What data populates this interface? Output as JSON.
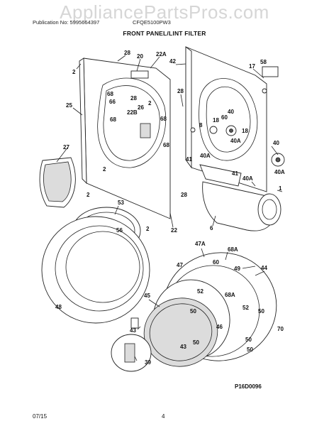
{
  "watermark": "AppliancePartsPros.com",
  "header": {
    "publication": "Publication No: 5995664397",
    "model": "CFQE5100PW3",
    "title": "FRONT PANEL/LINT FILTER"
  },
  "footer": {
    "date": "07/15",
    "page": "4",
    "diagram_code": "P16D0096"
  },
  "callouts": {
    "c28a": "28",
    "c20": "20",
    "c22a": "22A",
    "c42": "42",
    "c17": "17",
    "c58": "58",
    "c2a": "2",
    "c68a": "68",
    "c28b": "28",
    "c25": "25",
    "c66": "66",
    "c2b": "2",
    "c28c": "28",
    "c22b": "22B",
    "c26": "26",
    "c68b": "68",
    "c68c": "68",
    "c68d": "68",
    "c18": "18",
    "c60": "60",
    "c40a": "40",
    "c8": "8",
    "c18b": "18",
    "c40b": "40",
    "c40c": "40A",
    "c27": "27",
    "c2c": "2",
    "c41a": "41",
    "c40d": "40A",
    "c41b": "41",
    "c40e": "40A",
    "c40f": "40A",
    "c1": "1",
    "c2d": "2",
    "c28d": "28",
    "c53": "53",
    "c56": "56",
    "c2e": "2",
    "c22c": "22",
    "c6": "6",
    "c48": "48",
    "c47a": "47A",
    "c68e": "68A",
    "c60b": "60",
    "c47": "47",
    "c49": "49",
    "c44": "44",
    "c52a": "52",
    "c68f": "68A",
    "c45": "45",
    "c50a": "50",
    "c52b": "52",
    "c50b": "50",
    "c43a": "43",
    "c46": "46",
    "c70": "70",
    "c50c": "50",
    "c50d": "50",
    "c43b": "43",
    "c50e": "50",
    "c39": "39"
  }
}
